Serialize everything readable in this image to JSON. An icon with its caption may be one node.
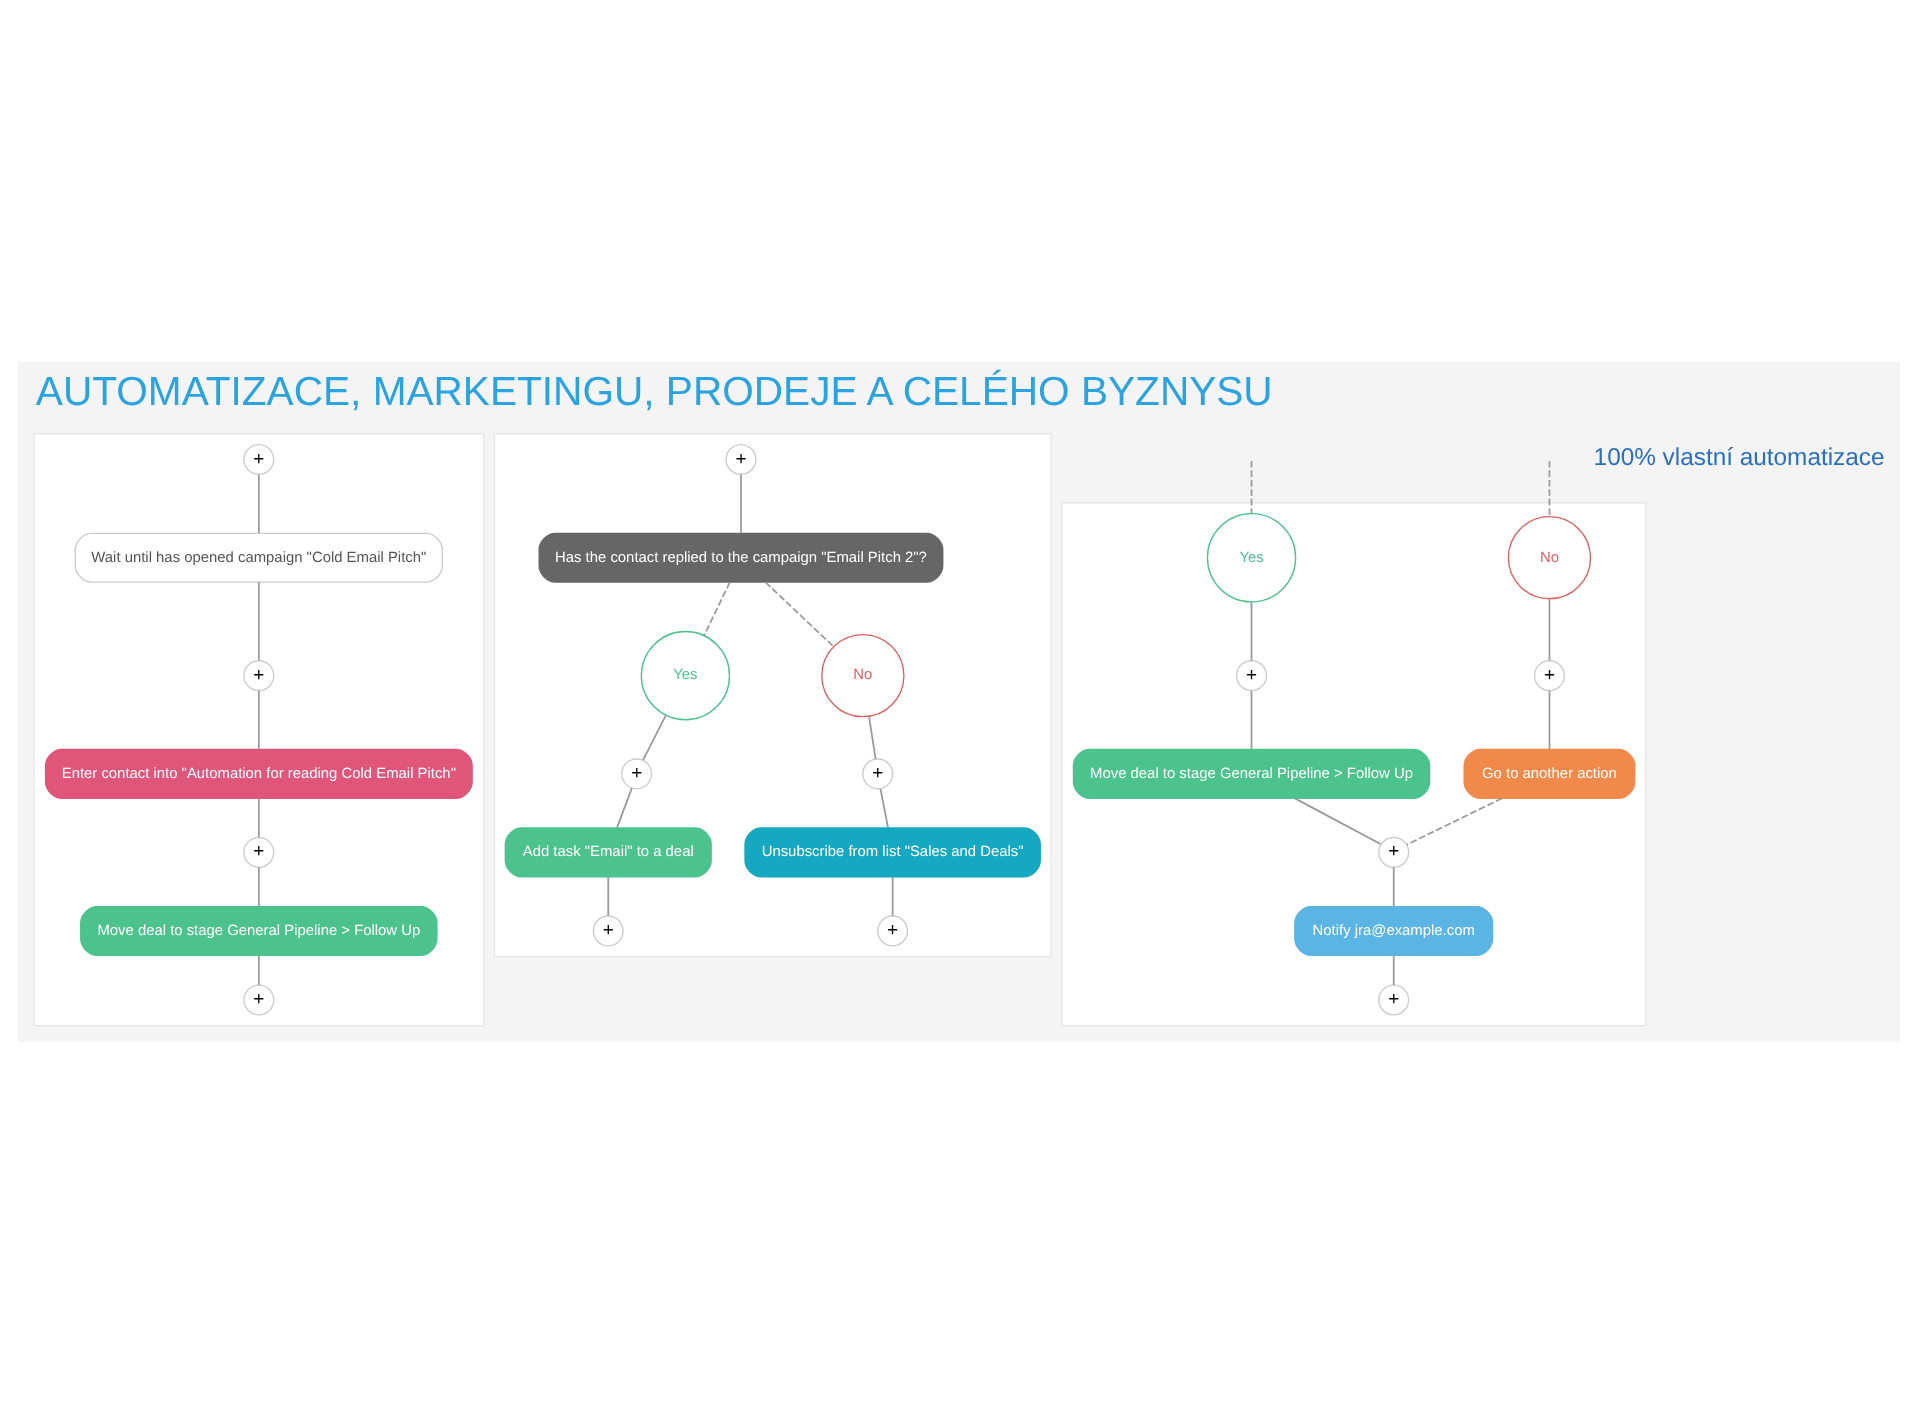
{
  "diagram": {
    "title": "AUTOMATIZACE, MARKETINGU, PRODEJE A CELÉHO BYZNYSU",
    "nodes": [
      {
        "text": [],
        "shape": "box"
      },
      {
        "text": [
          "+"
        ],
        "in": 0
      },
      {
        "text": [
          "Wait until has opened campaign \"Cold Email Pitch\""
        ],
        "in": 0
      },
      {
        "text": [
          "+"
        ],
        "in": 0
      },
      {
        "text": [
          "Enter contact into \"Automation for reading Cold Email Pitch\""
        ],
        "in": 0
      },
      {
        "text": [
          "+"
        ],
        "in": 0
      },
      {
        "text": [
          "Move deal to stage General Pipeline > Follow Up"
        ],
        "in": 0
      },
      {
        "text": [
          "+"
        ],
        "in": 0
      },
      {
        "text": [],
        "shape": "box"
      },
      {
        "text": [
          "+"
        ],
        "in": 8
      },
      {
        "text": [
          "Has the contact replied to the campaign \"Email Pitch 2\"?"
        ],
        "in": 8
      },
      {
        "text": [
          "Yes"
        ],
        "in": 8
      },
      {
        "text": [
          "No"
        ],
        "in": 8
      },
      {
        "text": [
          "+"
        ],
        "in": 8
      },
      {
        "text": [
          "+"
        ],
        "in": 8
      },
      {
        "text": [
          "Add task \"Email\" to a deal"
        ],
        "in": 8
      },
      {
        "text": [
          "Unsubscribe from list \"Sales and Deals\""
        ],
        "in": 8
      },
      {
        "text": [
          "+"
        ],
        "in": 8
      },
      {
        "text": [
          "+"
        ],
        "in": 8
      },
      {
        "text": [],
        "shape": "box"
      },
      {
        "text": [
          "Yes"
        ],
        "in": 19
      },
      {
        "text": [
          "No"
        ],
        "in": 19
      },
      {
        "text": [
          "+"
        ],
        "in": 19
      },
      {
        "text": [
          "+"
        ],
        "in": 19
      },
      {
        "text": [
          "Move deal to stage General Pipeline > Follow Up"
        ],
        "in": 19
      },
      {
        "text": [
          "Go to another action"
        ],
        "in": 19
      },
      {
        "text": [
          "+"
        ],
        "in": 19
      },
      {
        "text": [
          "Notify jra@example.com"
        ],
        "in": 19
      },
      {
        "text": [
          "+"
        ],
        "in": 19
      }
    ],
    "edges": [
      {
        "from": 1,
        "to": 2,
        "arrow": "none"
      },
      {
        "from": 2,
        "to": 3,
        "arrow": "none"
      },
      {
        "from": 3,
        "to": 4,
        "arrow": "none"
      },
      {
        "from": 4,
        "to": 5,
        "arrow": "none"
      },
      {
        "from": 5,
        "to": 6,
        "arrow": "none"
      },
      {
        "from": 6,
        "to": 7,
        "arrow": "none"
      },
      {
        "from": 9,
        "to": 10,
        "arrow": "none"
      },
      {
        "from": 10,
        "to": 11,
        "arrow": "none",
        "style": "dashed"
      },
      {
        "from": 10,
        "to": 12,
        "arrow": "none",
        "style": "dashed"
      },
      {
        "from": 11,
        "to": 13,
        "arrow": "none"
      },
      {
        "from": 12,
        "to": 14,
        "arrow": "none"
      },
      {
        "from": 13,
        "to": 15,
        "arrow": "none"
      },
      {
        "from": 14,
        "to": 16,
        "arrow": "none"
      },
      {
        "from": 15,
        "to": 17,
        "arrow": "none"
      },
      {
        "from": 16,
        "to": 18,
        "arrow": "none"
      },
      {
        "from": null,
        "to": 20,
        "arrow": "none",
        "style": "dashed"
      },
      {
        "from": null,
        "to": 21,
        "arrow": "none",
        "style": "dashed"
      },
      {
        "from": 20,
        "to": 22,
        "arrow": "none"
      },
      {
        "from": 21,
        "to": 23,
        "arrow": "none"
      },
      {
        "from": 22,
        "to": 24,
        "arrow": "none"
      },
      {
        "from": 23,
        "to": 25,
        "arrow": "none"
      },
      {
        "from": 24,
        "to": 26,
        "arrow": "none"
      },
      {
        "from": 25,
        "to": 26,
        "arrow": "none",
        "style": "dashed"
      },
      {
        "from": 26,
        "to": 27,
        "arrow": "none"
      },
      {
        "from": 27,
        "to": 28,
        "arrow": "none"
      }
    ],
    "labels": [
      "100% vlastní automatizace"
    ]
  }
}
